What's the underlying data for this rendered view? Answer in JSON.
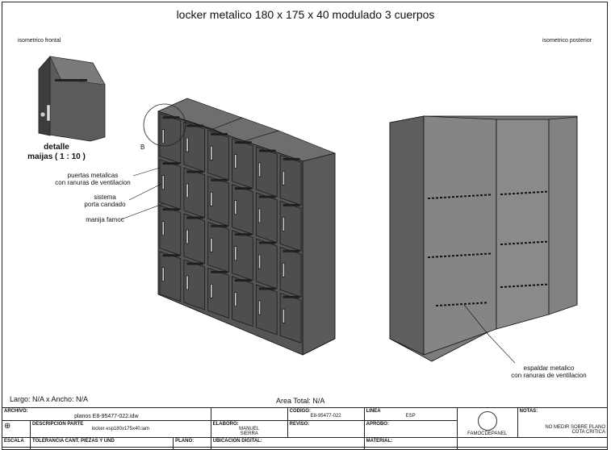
{
  "title": "locker metalico 180 x 175 x 40 modulado 3 cuerpos",
  "views": {
    "front": "isometrico frontal",
    "rear": "isometrico posterior"
  },
  "detail": {
    "line1": "detalle",
    "line2": "maijas ( 1 : 10 )",
    "marker": "B"
  },
  "callouts": {
    "doors_1": "puertas metalicas",
    "doors_2": "con ranuras de ventilacion",
    "lock_1": "sistema",
    "lock_2": "porta candado",
    "handle": "manija famoc",
    "back_1": "espaldar metalico",
    "back_2": "con ranuras de ventilacion"
  },
  "dimensions": {
    "size": "Largo: N/A x Ancho: N/A",
    "area": "Area Total: N/A"
  },
  "titleblock": {
    "archivo_h": "ARCHIVO:",
    "archivo": "planos E8-95477-022.idw",
    "codigo_h": "CODIGO:",
    "codigo": "E8-95477-022",
    "linea_h": "LINEA",
    "linea": "ESP",
    "desc_h": "DESCRIPCION PARTE",
    "desc": "locker esp180x175x40.iam",
    "elaboro_h": "ELABORO:",
    "elaboro_1": "MANUEL",
    "elaboro_2": "SIERRA",
    "reviso_h": "REVISO:",
    "aprobo_h": "APROBO:",
    "company": "FAMOCDEPANEL",
    "notas_h": "NOTAS:",
    "nota_1": "NO MEDIR SOBRE PLANO",
    "nota_2": "COTA CRITICA",
    "escala_h": "ESCALA",
    "tol_h": "TOLERANCIA CANT. PIEZAS Y UND",
    "plano_h": "PLANO:",
    "ubicacion_h": "UBICACION DIGITAL:",
    "material_h": "MATERIAL:"
  }
}
